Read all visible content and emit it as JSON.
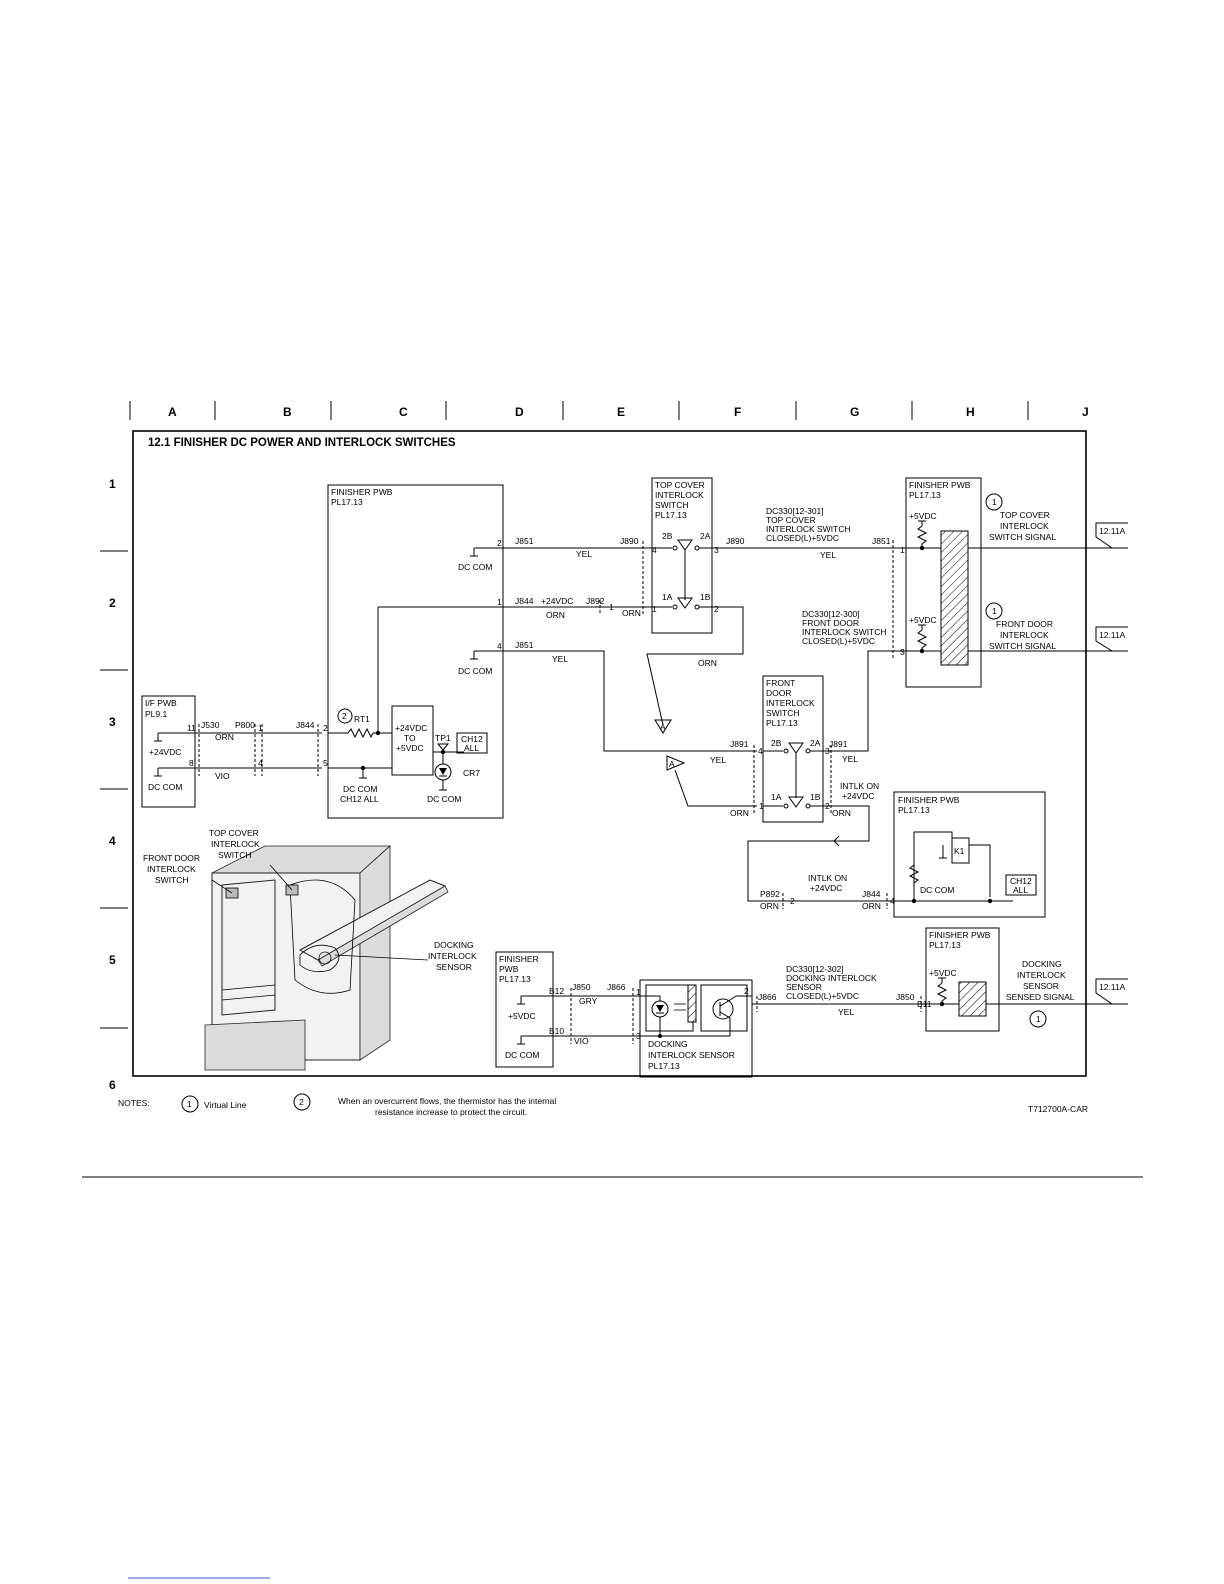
{
  "title": "12.1 FINISHER DC POWER AND INTERLOCK SWITCHES",
  "column_labels": [
    "A",
    "B",
    "C",
    "D",
    "E",
    "F",
    "G",
    "H",
    "J"
  ],
  "row_labels": [
    "1",
    "2",
    "3",
    "4",
    "5",
    "6"
  ],
  "if_pwb": {
    "name": "I/F PWB",
    "pl": "PL9.1",
    "vdc": "+24VDC",
    "dccom": "DC COM",
    "j530": "J530",
    "p800": "P800",
    "j844": "J844",
    "pin11": "11",
    "pin8": "8",
    "pin1": "1",
    "pin4": "4",
    "wire_orn": "ORN",
    "wire_vio": "VIO"
  },
  "finisher_pwb_main": {
    "name": "FINISHER PWB",
    "pl": "PL17.13",
    "dccom1": "DC COM",
    "dccom2": "DC COM",
    "rt1": "RT1",
    "reg_line1": "+24VDC",
    "reg_line2": "TO",
    "reg_line3": "+5VDC",
    "tp1": "TP1",
    "ch12_1": "CH12",
    "ch12_2": "ALL",
    "cr7": "CR7",
    "dccom_ch12_1": "DC COM",
    "dccom_ch12_2": "CH12 ALL",
    "dccom_cr7": "DC COM",
    "pin2": "2",
    "pin1": "1",
    "pin4": "4",
    "pin_left2": "2",
    "pin_left5": "5",
    "thermistor_note": "2"
  },
  "wires_mid": {
    "j851_a": "J851",
    "yel_a": "YEL",
    "j890": "J890",
    "j844": "J844",
    "v24": "+24VDC",
    "j892": "J892",
    "orn_a": "ORN",
    "orn_b": "ORN",
    "j851_b": "J851",
    "yel_b": "YEL",
    "pin1": "1",
    "pin4": "4",
    "orn_c": "ORN",
    "j891": "J891",
    "yel_c": "YEL",
    "orn_d": "ORN",
    "pin4b": "4",
    "pin1b": "1",
    "arrow_a": "A"
  },
  "top_cover_switch": {
    "name1": "TOP COVER",
    "name2": "INTERLOCK",
    "name3": "SWITCH",
    "pl": "PL17.13",
    "c2b": "2B",
    "c2a": "2A",
    "c1a": "1A",
    "c1b": "1B",
    "pin3": "3",
    "pin2": "2"
  },
  "front_door_switch": {
    "name1": "FRONT",
    "name2": "DOOR",
    "name3": "INTERLOCK",
    "name4": "SWITCH",
    "pl": "PL17.13",
    "c2b": "2B",
    "c2a": "2A",
    "c1a": "1A",
    "c1b": "1B",
    "pin3": "3",
    "pin2": "2"
  },
  "signals_right": {
    "dc330_a1": "DC330[12-301]",
    "dc330_a2": "TOP COVER",
    "dc330_a3": "INTERLOCK SWITCH",
    "dc330_a4": "CLOSED(L)+5VDC",
    "j890": "J890",
    "yel_a": "YEL",
    "j851_a": "J851",
    "pin1": "1",
    "dc330_b1": "DC330[12-300]",
    "dc330_b2": "FRONT DOOR",
    "dc330_b3": "INTERLOCK SWITCH",
    "dc330_b4": "CLOSED(L)+5VDC",
    "pin3": "3",
    "j891": "J891",
    "yel_b": "YEL",
    "intlk1": "INTLK ON",
    "intlk2": "+24VDC",
    "orn": "ORN"
  },
  "finisher_pwb_right": {
    "name": "FINISHER PWB",
    "pl": "PL17.13",
    "v5a": "+5VDC",
    "v5b": "+5VDC",
    "note1": "1",
    "note2": "1",
    "sig_a1": "TOP COVER",
    "sig_a2": "INTERLOCK",
    "sig_a3": "SWITCH  SIGNAL",
    "sig_b1": "FRONT DOOR",
    "sig_b2": "INTERLOCK",
    "sig_b3": "SWITCH  SIGNAL",
    "ref_a": "12.11A",
    "ref_b": "12.11A"
  },
  "finisher_pwb_k1": {
    "name": "FINISHER PWB",
    "pl": "PL17.13",
    "k1": "K1",
    "dccom": "DC COM",
    "ch12_1": "CH12",
    "ch12_2": "ALL",
    "p892": "P892",
    "orn_a": "ORN",
    "pin2": "2",
    "intlk1": "INTLK ON",
    "intlk2": "+24VDC",
    "j844": "J844",
    "orn_b": "ORN",
    "pin4": "4"
  },
  "docking": {
    "fin_name1": "FINISHER",
    "fin_name2": "PWB",
    "fin_pl": "PL17.13",
    "v5": "+5VDC",
    "dccom": "DC COM",
    "b12": "B12",
    "b10": "B10",
    "j850": "J850",
    "j866": "J866",
    "gry": "GRY",
    "vio": "VIO",
    "pin1": "1",
    "pin3": "3",
    "pin2": "2",
    "sensor1": "DOCKING",
    "sensor2": "INTERLOCK SENSOR",
    "sensor_pl": "PL17.13",
    "j866b": "J866",
    "dc330_1": "DC330[12-302]",
    "dc330_2": "DOCKING INTERLOCK",
    "dc330_3": "SENSOR",
    "dc330_4": "CLOSED(L)+5VDC",
    "yel": "YEL",
    "j850b": "J850",
    "b11": "B11",
    "fin2_name": "FINISHER PWB",
    "fin2_pl": "PL17.13",
    "fin2_v5": "+5VDC",
    "sig1": "DOCKING",
    "sig2": "INTERLOCK",
    "sig3": "SENSOR",
    "sig4": "SENSED SIGNAL",
    "note": "1",
    "ref": "12.11A"
  },
  "illustration": {
    "top_cover_1": "TOP COVER",
    "top_cover_2": "INTERLOCK",
    "top_cover_3": "SWITCH",
    "front_door_1": "FRONT DOOR",
    "front_door_2": "INTERLOCK",
    "front_door_3": "SWITCH",
    "docking_1": "DOCKING",
    "docking_2": "INTERLOCK",
    "docking_3": "SENSOR"
  },
  "notes": {
    "label": "NOTES:",
    "n1": "1",
    "n1_text": "Virtual Line",
    "n2": "2",
    "n2_text_1": "When an overcurrent flows, the thermistor has the internal",
    "n2_text_2": "resistance increase to protect the circuit."
  },
  "figure_id": "T712700A-CAR"
}
